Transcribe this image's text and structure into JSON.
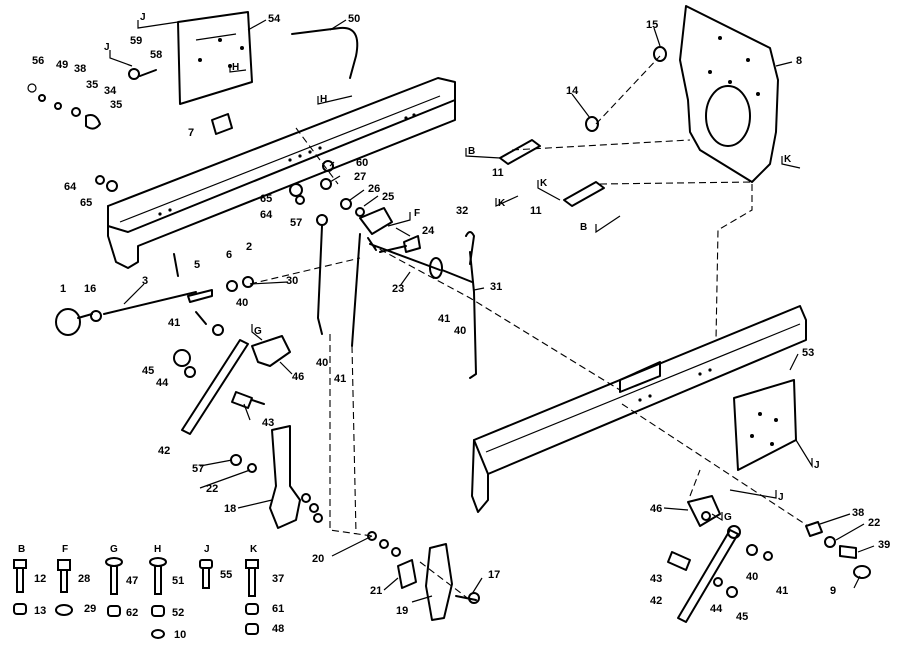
{
  "callouts": [
    {
      "n": "54"
    },
    {
      "n": "50"
    },
    {
      "n": "15"
    },
    {
      "n": "8"
    },
    {
      "n": "56"
    },
    {
      "n": "49"
    },
    {
      "n": "38"
    },
    {
      "n": "35"
    },
    {
      "n": "34"
    },
    {
      "n": "35"
    },
    {
      "n": "59"
    },
    {
      "n": "58"
    },
    {
      "n": "7"
    },
    {
      "n": "14"
    },
    {
      "n": "64"
    },
    {
      "n": "65"
    },
    {
      "n": "60"
    },
    {
      "n": "27"
    },
    {
      "n": "26"
    },
    {
      "n": "25"
    },
    {
      "n": "65"
    },
    {
      "n": "64"
    },
    {
      "n": "57"
    },
    {
      "n": "24"
    },
    {
      "n": "32"
    },
    {
      "n": "11"
    },
    {
      "n": "11"
    },
    {
      "n": "1"
    },
    {
      "n": "16"
    },
    {
      "n": "3"
    },
    {
      "n": "5"
    },
    {
      "n": "6"
    },
    {
      "n": "2"
    },
    {
      "n": "30"
    },
    {
      "n": "23"
    },
    {
      "n": "31"
    },
    {
      "n": "40"
    },
    {
      "n": "41"
    },
    {
      "n": "41"
    },
    {
      "n": "40"
    },
    {
      "n": "40"
    },
    {
      "n": "41"
    },
    {
      "n": "46"
    },
    {
      "n": "45"
    },
    {
      "n": "44"
    },
    {
      "n": "43"
    },
    {
      "n": "42"
    },
    {
      "n": "57"
    },
    {
      "n": "22"
    },
    {
      "n": "18"
    },
    {
      "n": "20"
    },
    {
      "n": "21"
    },
    {
      "n": "19"
    },
    {
      "n": "17"
    },
    {
      "n": "53"
    },
    {
      "n": "46"
    },
    {
      "n": "38"
    },
    {
      "n": "22"
    },
    {
      "n": "39"
    },
    {
      "n": "9"
    },
    {
      "n": "43"
    },
    {
      "n": "40"
    },
    {
      "n": "41"
    },
    {
      "n": "42"
    },
    {
      "n": "44"
    },
    {
      "n": "45"
    }
  ],
  "reference_letters": [
    {
      "l": "J"
    },
    {
      "l": "J"
    },
    {
      "l": "H"
    },
    {
      "l": "H"
    },
    {
      "l": "B"
    },
    {
      "l": "K"
    },
    {
      "l": "K"
    },
    {
      "l": "K"
    },
    {
      "l": "B"
    },
    {
      "l": "F"
    },
    {
      "l": "G"
    },
    {
      "l": "J"
    },
    {
      "l": "J"
    },
    {
      "l": "G"
    }
  ],
  "hardware_legend": [
    {
      "letter": "B",
      "bolt_number": "12",
      "nut_number": "13",
      "extra_number": ""
    },
    {
      "letter": "F",
      "bolt_number": "28",
      "nut_number": "29",
      "extra_number": ""
    },
    {
      "letter": "G",
      "bolt_number": "47",
      "nut_number": "62",
      "extra_number": ""
    },
    {
      "letter": "H",
      "bolt_number": "51",
      "nut_number": "52",
      "extra_number": "10"
    },
    {
      "letter": "J",
      "bolt_number": "55",
      "nut_number": "",
      "extra_number": ""
    },
    {
      "letter": "K",
      "bolt_number": "37",
      "nut_number": "61",
      "extra_number": "48"
    }
  ]
}
